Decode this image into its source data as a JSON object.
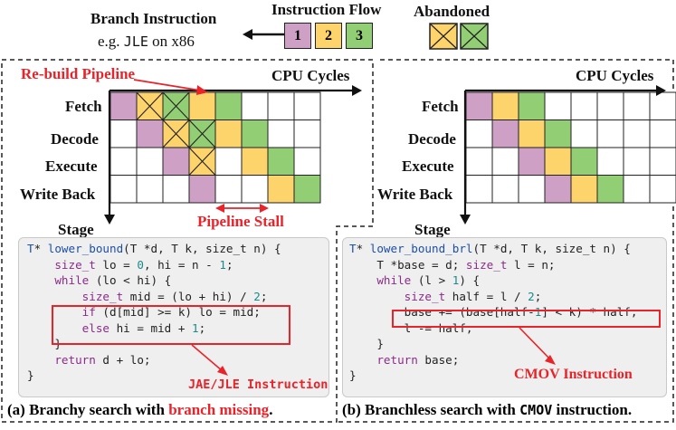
{
  "legend": {
    "branch_title": "Branch Instruction",
    "branch_example_prefix": "e.g. ",
    "branch_example_code": "JLE",
    "branch_example_suffix": " on x86",
    "flow_title": "Instruction Flow",
    "flow_items": [
      "1",
      "2",
      "3"
    ],
    "abandoned_title": "Abandoned"
  },
  "colors": {
    "purple": "#cfa0c6",
    "yellow": "#fdd36b",
    "green": "#92cf74",
    "red": "#e8232a"
  },
  "left": {
    "axis_x": "CPU Cycles",
    "axis_y": "Stage",
    "stages": [
      "Fetch",
      "Decode",
      "Execute",
      "Write Back"
    ],
    "annotation_rebuild": "Re-build Pipeline",
    "annotation_stall": "Pipeline Stall",
    "grid": [
      [
        "P",
        "Yx",
        "Gx",
        "Y",
        "G",
        "",
        "",
        ""
      ],
      [
        "",
        "P",
        "Yx",
        "Gx",
        "Y",
        "G",
        "",
        ""
      ],
      [
        "",
        "",
        "P",
        "Yx",
        "",
        "Y",
        "G",
        ""
      ],
      [
        "",
        "",
        "",
        "P",
        "",
        "",
        "Y",
        "G"
      ]
    ],
    "code_lines": [
      "T* lower_bound(T *d, T k, size_t n) {",
      "    size_t lo = 0, hi = n - 1;",
      "    while (lo < hi) {",
      "        size_t mid = (lo + hi) / 2;",
      "        if (d[mid] >= k) lo = mid;",
      "        else hi = mid + 1;",
      "    }",
      "    return d + lo;",
      "}"
    ],
    "code_annotation": "JAE/JLE Instruction",
    "caption_prefix": "(a) Branchy search with ",
    "caption_highlight": "branch missing",
    "caption_suffix": "."
  },
  "right": {
    "axis_x": "CPU Cycles",
    "axis_y": "Stage",
    "stages": [
      "Fetch",
      "Decode",
      "Execute",
      "Write Back"
    ],
    "grid": [
      [
        "P",
        "Y",
        "G",
        "",
        "",
        "",
        "",
        ""
      ],
      [
        "",
        "P",
        "Y",
        "G",
        "",
        "",
        "",
        ""
      ],
      [
        "",
        "",
        "P",
        "Y",
        "G",
        "",
        "",
        ""
      ],
      [
        "",
        "",
        "",
        "P",
        "Y",
        "G",
        "",
        ""
      ]
    ],
    "code_lines": [
      "T* lower_bound_brl(T *d, T k, size_t n) {",
      "    T *base = d; size_t l = n;",
      "    while (l > 1) {",
      "        size_t half = l / 2;",
      "        base += (base[half-1] < k) * half;",
      "        l -= half;",
      "    }",
      "    return base;",
      "}"
    ],
    "code_annotation": "CMOV Instruction",
    "caption_prefix": "(b) Branchless search with ",
    "caption_code": "CMOV",
    "caption_suffix": " instruction."
  }
}
